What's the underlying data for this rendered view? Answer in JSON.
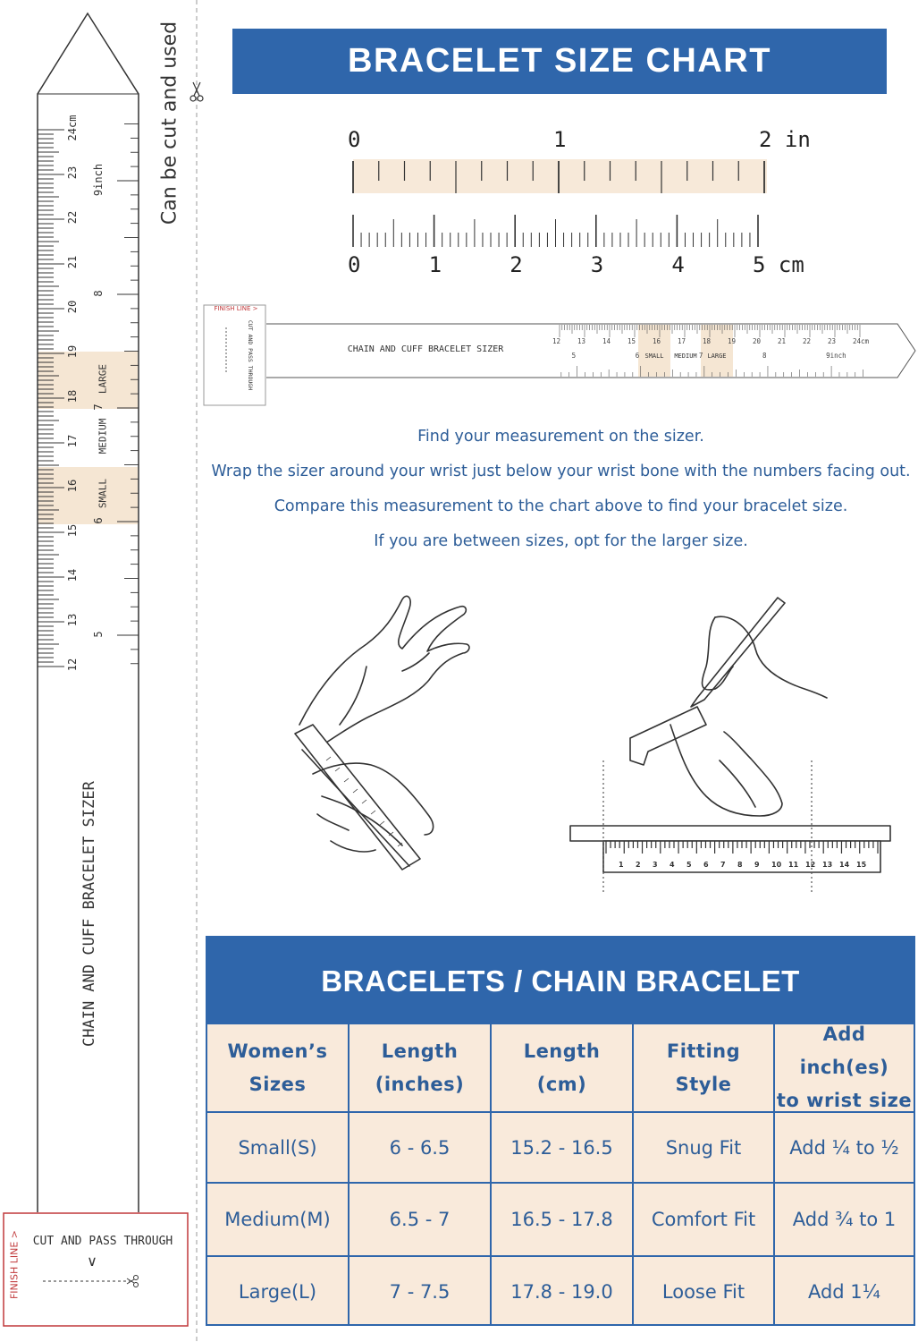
{
  "chart_title": "BRACELET SIZE CHART",
  "cut_note": "Can be cut and used",
  "sizer": {
    "title": "CHAIN AND CUFF BRACELET SIZER",
    "finish_line": "FINISH LINE >",
    "cut_pass": "CUT AND PASS THROUGH",
    "chevron": "∨",
    "cm_labels": [
      "12",
      "13",
      "14",
      "15",
      "16",
      "17",
      "18",
      "19",
      "20",
      "21",
      "22",
      "23",
      "24cm"
    ],
    "inch_labels": [
      "5",
      "6",
      "7",
      "8",
      "9inch"
    ],
    "small_label": "SMALL",
    "medium_label": "MEDIUM",
    "large_label": "LARGE"
  },
  "scale": {
    "inch_labels": [
      "0",
      "1",
      "2 in"
    ],
    "cm_labels": [
      "0",
      "1",
      "2",
      "3",
      "4",
      "5 cm"
    ]
  },
  "instructions": [
    "Find your measurement on the sizer.",
    "Wrap the sizer around your wrist just below your wrist bone with the numbers facing out.",
    "Compare this measurement to the chart above to find your bracelet size.",
    "If you are between sizes, opt for the larger size."
  ],
  "illus_ruler_numbers": [
    "1",
    "2",
    "3",
    "4",
    "5",
    "6",
    "7",
    "8",
    "9",
    "10",
    "11",
    "12",
    "13",
    "14",
    "15"
  ],
  "table": {
    "title": "BRACELETS / CHAIN BRACELET",
    "headers": [
      [
        "Women’s",
        "Sizes"
      ],
      [
        "Length",
        "(inches)"
      ],
      [
        "Length",
        "(cm)"
      ],
      [
        "Fitting",
        "Style"
      ],
      [
        "Add inch(es)",
        "to wrist size"
      ]
    ],
    "rows": [
      [
        "Small(S)",
        "6 - 6.5",
        "15.2 - 16.5",
        "Snug Fit",
        "Add ¼ to ½"
      ],
      [
        "Medium(M)",
        "6.5 - 7",
        "16.5 - 17.8",
        "Comfort Fit",
        "Add ¾ to 1"
      ],
      [
        "Large(L)",
        "7 - 7.5",
        "17.8 - 19.0",
        "Loose Fit",
        "Add 1¼"
      ]
    ]
  },
  "colors": {
    "brand_blue": "#2f66ab",
    "text_blue": "#2d5d98",
    "highlight": "#f7e9d9",
    "red": "#c0393b"
  }
}
